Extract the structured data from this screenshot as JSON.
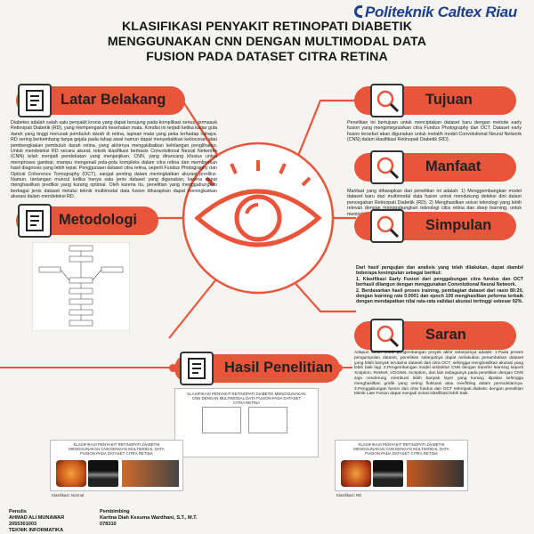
{
  "header": {
    "institution": "Politeknik Caltex Riau",
    "title_lines": [
      "KLASIFIKASI PENYAKIT RETINOPATI DIABETIK",
      "MENGGUNAKAN CNN DENGAN MULTIMODAL DATA",
      "FUSION PADA DATASET CITRA RETINA"
    ]
  },
  "latar_belakang": {
    "heading": "Latar Belakang",
    "text": "Diabetes adalah salah satu penyakit kronis yang dapat berujung pada komplikasi serius, termasuk Retinopati Diabetik (RD), yang mempengaruhi kesehatan mata. Kondisi ini terjadi ketika kadar gula darah yang tinggi merusak pembuluh darah di retina, lapisan mata yang peka terhadap cahaya. RD sering berkembang tanpa gejala pada tahap awal namun dapat menyebabkan kebocoran atau pembengkakan pembuluh darah retina, yang akhirnya mengakibatkan kehilangan penglihatan. Untuk mendeteksi RD secara akurat, teknik klasifikasi berbasis Convolutional Neural Networks (CNN) telah menjadi pendekatan yang menjanjikan. CNN, yang dirancang khusus untuk memproses gambar, mampu mengenali pola-pola kompleks dalam citra retina dan memberikan hasil diagnosis yang lebih tepat. Penggunaan dataset citra retina, seperti Fundus Photography dan Optical Coherence Tomography (OCT), sangat penting dalam meningkatkan akurasi prediksi. Namun, tantangan muncul ketika hanya satu jenis dataset yang digunakan, karena dapat menghasilkan prediksi yang kurang optimal. Oleh karena itu, penelitian yang menggabungkan berbagai jenis dataset melalui teknik multimodal data fusion diharapkan dapat meningkatkan akurasi dalam mendeteksi RD."
  },
  "tujuan": {
    "heading": "Tujuan",
    "text": "Penelitian ini bertujuan untuk menciptakan dataset baru dengan metode early fusion yang mengintegrasikan citra Fundus Photography dan OCT. Dataset early fusion tersebut akan digunakan untuk melatih model Convolutional Neural Network (CNN) dalam klasifikasi Retinopati Diabetik (RD)."
  },
  "manfaat": {
    "heading": "Manfaat",
    "text": "Manfaat yang diharapkan dari penelitian ini adalah: 1) Menggembangkan model dataset baru dari multimodal data fusion untuk mendukung deteksi dini dalam pencegahan Retinopati Diabetik (RD). 2) Menghasilkan solusi teknologi yang lebih relevan dengan menggabungkan teknologi citra retina dan deep learning, untuk meningkatkan akurasi dan efisiensi dalam proses klasifikasi."
  },
  "metodologi": {
    "heading": "Metodologi"
  },
  "simpulan": {
    "heading": "Simpulan",
    "intro": "Dari hasil pengujian dan analisis yang telah dilakukan, dapat diambil beberapa kesimpulan sebagai berikut:",
    "p1": "1. Klasifikasi Early Fusion dari penggabungan citra fundus dan OCT berhasil dilangun dengan menggunakan Convolutional Neural Network.",
    "p2": "2. Berdasarkan hasil proses training, pembagian dataset dari rasio 80:20, dengan learning rate 0.0001 dan epoch 100 menghasilkan peforma terbaik dengan mendapatkan nilai rata-rata validasi akurasi tertinggi sebesar 92%."
  },
  "saran": {
    "heading": "Saran",
    "text": "Adapun saran untuk pengembangan proyek akhir selanjutnya adalah: 1.Pada proses pengumpulan dataset, penelitian selanjutnya dapat melakukan penambahan dataset yang lebih banyak terutama dataset dari citra OCT, sehingga menghasilkan akurasi yang lebih baik lagi. 2.Pengembangan model arsitektur CNN dengan transfer learning seperti Xception, ResNet, VGGNet, Inception, dan lain sebagainya pada penelitian dengan CNN saja cenderung membuat lebih banyak layer yang kurang dipakai sehingga menghasilkan grafik yang sering fluktuasi atau overfitting dalam pemodelannya. 3.Penggabungan fusion dari citra fundus dan OCT retinopati diabetic dengan penelitian teknik Late Fusion dapat menjadi solusi klasifikasi lebih baik."
  },
  "hasil": {
    "heading": "Hasil Penelitian",
    "app_title": "KLASIFIKASI PENYAKIT RETINOPATI DIABETIK MENGGUNAKAN CNN DENGAN MULTIMODAL DATA FUSION PADA DATASET CITRA RETINA",
    "left_label": "Klasifikasi: Normal",
    "right_label": "Klasifikasi: RD"
  },
  "footer": {
    "penulis_label": "Penulis",
    "penulis_name": "AHMAD ALI MUNAWAR",
    "penulis_nim": "2055301003",
    "penulis_prodi": "TEKNIK INFORMATIKA",
    "pembimbing_label": "Pembimbing",
    "pembimbing_name": "Kartina Diah Kesuma Wardhani, S.T., M.T.",
    "pembimbing_nip": "078310"
  },
  "colors": {
    "accent": "#e8553a",
    "navy": "#1c3f8f"
  }
}
